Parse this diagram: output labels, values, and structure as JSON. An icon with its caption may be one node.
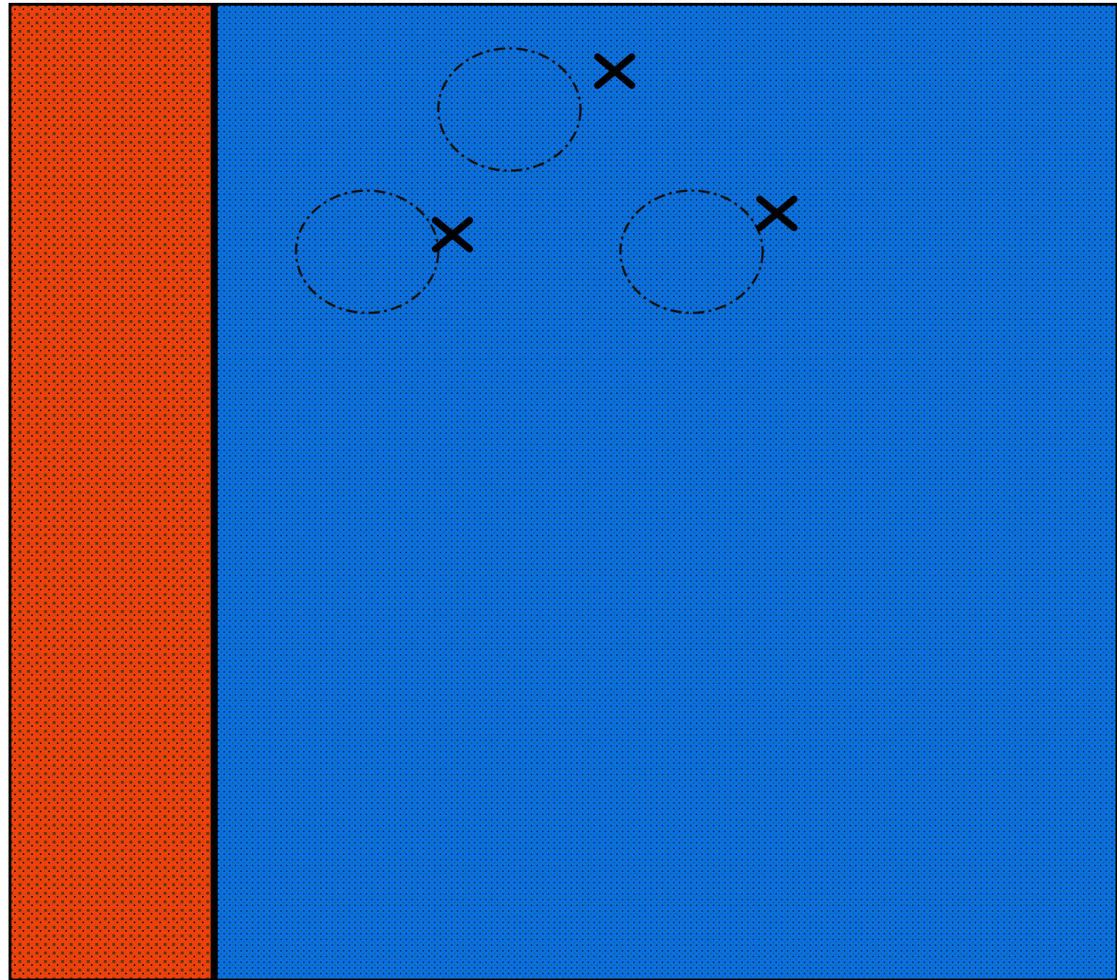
{
  "diagram": {
    "nodes": [
      {
        "text": [],
        "shape": "box"
      },
      {
        "text": [],
        "shape": "box"
      },
      {
        "text": [],
        "shape": "circle",
        "in": 1
      },
      {
        "text": [],
        "shape": "circle",
        "in": 1
      },
      {
        "text": [],
        "shape": "circle",
        "in": 1
      }
    ]
  }
}
